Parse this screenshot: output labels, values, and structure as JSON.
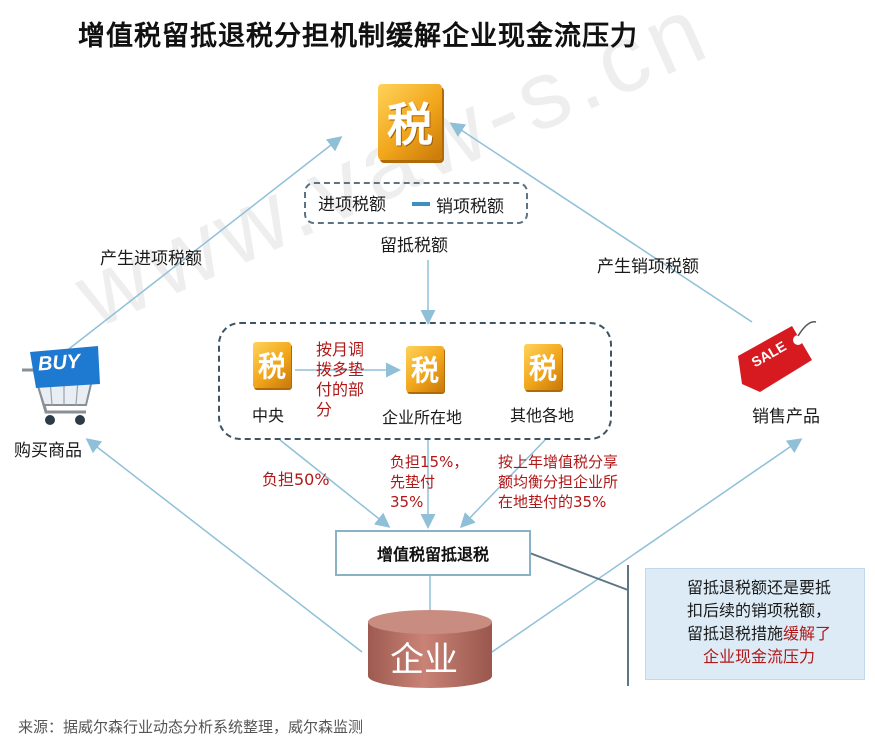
{
  "title": "增值税留抵退税分担机制缓解企业现金流压力",
  "watermark": "www.vaw-s.cn",
  "top_box": {
    "input_tax": "进项税额",
    "output_tax": "销项税额",
    "caption": "留抵税额"
  },
  "left_arrow_label": "产生进项税额",
  "right_arrow_label": "产生销项税额",
  "buy_badge": "BUY",
  "buy_caption": "购买商品",
  "sale_badge": "SALE",
  "sale_caption": "销售产品",
  "middle": {
    "central": "中央",
    "transfer_note": [
      "按月调",
      "拨多垫",
      "付的部",
      "分"
    ],
    "local": "企业所在地",
    "other": "其他各地"
  },
  "shares": {
    "central": "负担50%",
    "local": [
      "负担15%，",
      "先垫付",
      "35%"
    ],
    "other": [
      "按上年增值税分享",
      "额均衡分担企业所",
      "在地垫付的35%"
    ]
  },
  "refund_box": "增值税留抵退税",
  "enterprise": "企业",
  "note": {
    "lines": [
      "留抵退税额还是要抵",
      "扣后续的销项税额，"
    ],
    "line3_plain": "留抵退税措施",
    "line3_highlight": "缓解了",
    "line4_highlight": "企业现金流压力"
  },
  "source": "来源：据威尔森行业动态分析系统整理，威尔森监测",
  "colors": {
    "arrow": "#8fc0d8",
    "accent_red": "#b01818",
    "tax_gold": "#f1a51a",
    "cylinder": "#b0675c"
  },
  "icons": [
    "tax-character-icon",
    "shopping-cart-icon",
    "sale-tag-icon"
  ]
}
